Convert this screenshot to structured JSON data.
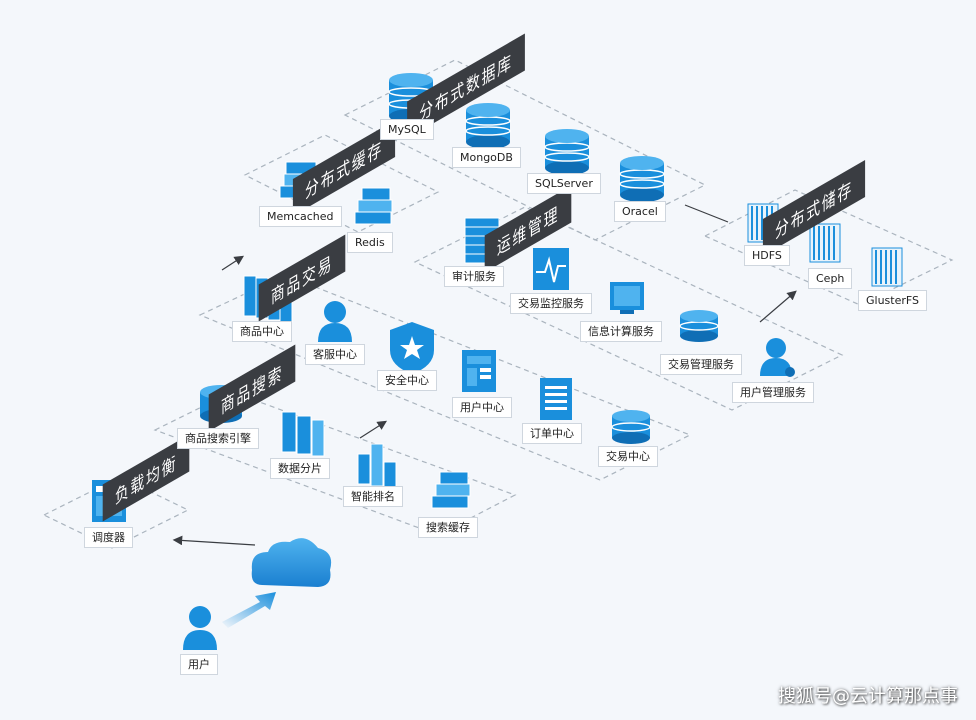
{
  "colors": {
    "blue": "#1a8fdc",
    "blue_light": "#4fb3ef",
    "blue_dark": "#0f6eb5",
    "banner": "#3a3d42",
    "platform_border": "#aab4be"
  },
  "groups": {
    "load_balance": {
      "title": "负载均衡",
      "items": [
        "调度器"
      ]
    },
    "product_search": {
      "title": "商品搜索",
      "items": [
        "商品搜索引擎",
        "数据分片",
        "智能排名",
        "搜索缓存"
      ]
    },
    "product_trade": {
      "title": "商品交易",
      "items": [
        "商品中心",
        "客服中心",
        "安全中心",
        "用户中心",
        "订单中心",
        "交易中心"
      ]
    },
    "distributed_cache": {
      "title": "分布式缓存",
      "items": [
        "Memcached",
        "Redis"
      ]
    },
    "distributed_db": {
      "title": "分布式数据库",
      "items": [
        "MySQL",
        "MongoDB",
        "SQLServer",
        "Oracel"
      ]
    },
    "ops": {
      "title": "运维管理",
      "items": [
        "审计服务",
        "交易监控服务",
        "信息计算服务",
        "交易管理服务",
        "用户管理服务"
      ]
    },
    "distributed_storage": {
      "title": "分布式储存",
      "items": [
        "HDFS",
        "Ceph",
        "GlusterFS"
      ]
    }
  },
  "user": {
    "label": "用户"
  },
  "watermark": "搜狐号@云计算那点事"
}
